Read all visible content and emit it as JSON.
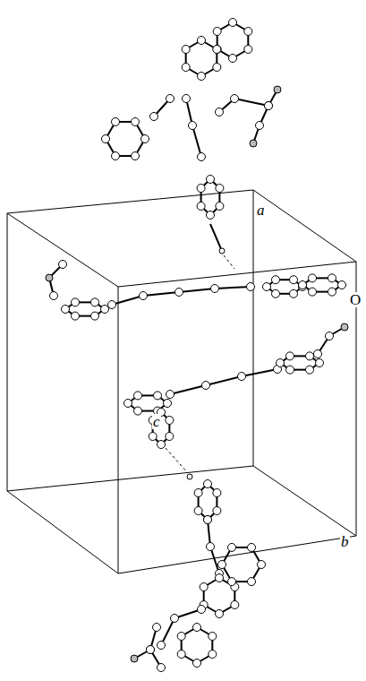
{
  "diagram": {
    "labels": [
      "a",
      "c",
      "b",
      "O"
    ]
  }
}
